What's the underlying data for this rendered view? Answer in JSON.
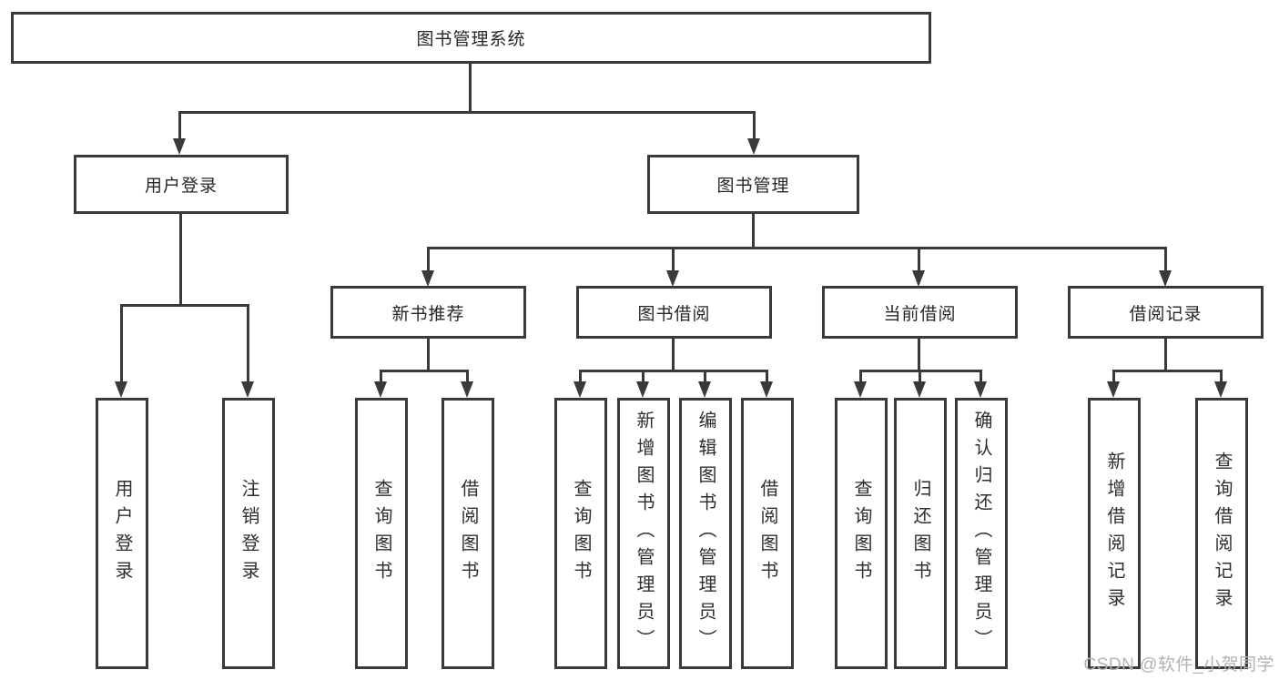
{
  "diagram": {
    "root": {
      "label": "图书管理系统",
      "children": [
        {
          "label": "用户登录",
          "children": [
            {
              "label": "用户登录"
            },
            {
              "label": "注销登录"
            }
          ]
        },
        {
          "label": "图书管理",
          "children": [
            {
              "label": "新书推荐",
              "children": [
                {
                  "label": "查询图书"
                },
                {
                  "label": "借阅图书"
                }
              ]
            },
            {
              "label": "图书借阅",
              "children": [
                {
                  "label": "查询图书"
                },
                {
                  "label": "新增图书（管理员）"
                },
                {
                  "label": "编辑图书（管理员）"
                },
                {
                  "label": "借阅图书"
                }
              ]
            },
            {
              "label": "当前借阅",
              "children": [
                {
                  "label": "查询图书"
                },
                {
                  "label": "归还图书"
                },
                {
                  "label": "确认归还（管理员）"
                }
              ]
            },
            {
              "label": "借阅记录",
              "children": [
                {
                  "label": "新增借阅记录"
                },
                {
                  "label": "查询借阅记录"
                }
              ]
            }
          ]
        }
      ]
    },
    "colors": {
      "line": "#3a3a3a",
      "text": "#2e2e2e",
      "watermark": "#b3b3b3",
      "background": "#ffffff"
    }
  },
  "watermark": {
    "text": "CSDN @软件_小贺同学"
  }
}
